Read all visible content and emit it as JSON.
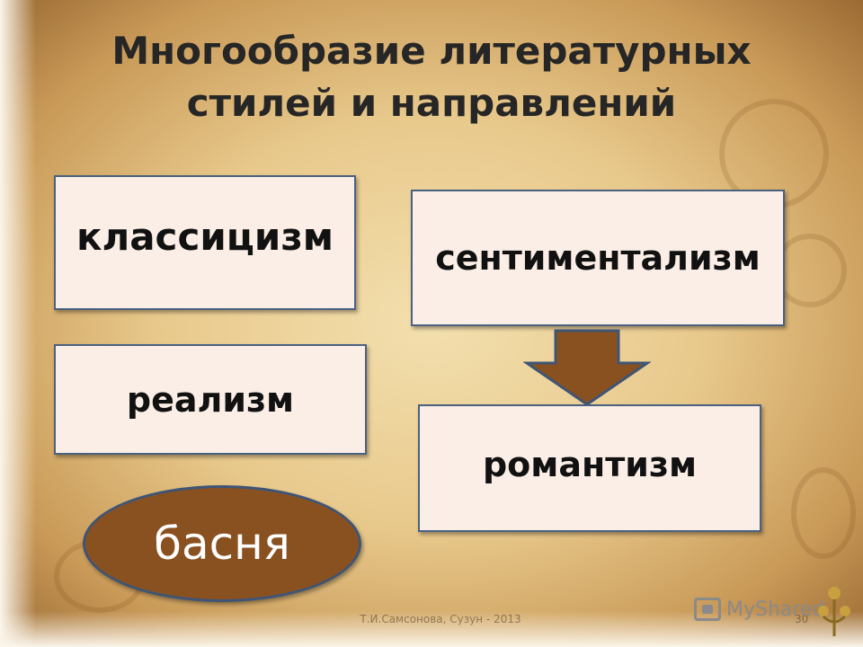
{
  "slide": {
    "title": "Многообразие литературных стилей и направлений",
    "boxes": {
      "classicism": "классицизм",
      "sentimentalism": "сентиментализм",
      "realism": "реализм",
      "romanticism": "романтизм"
    },
    "oval_label": "басня",
    "footer": "Т.И.Самсонова, Сузун - 2013",
    "page_number": "30"
  },
  "brand": {
    "name": "MyShared"
  },
  "colors": {
    "box_fill": "#fbeee6",
    "box_border": "#4a6180",
    "oval_fill": "#8a5120",
    "arrow_fill": "#8a5120",
    "title_text": "#262626"
  },
  "icons": {
    "arrow": "arrow-down-icon",
    "brand": "myshared-logo-icon"
  }
}
